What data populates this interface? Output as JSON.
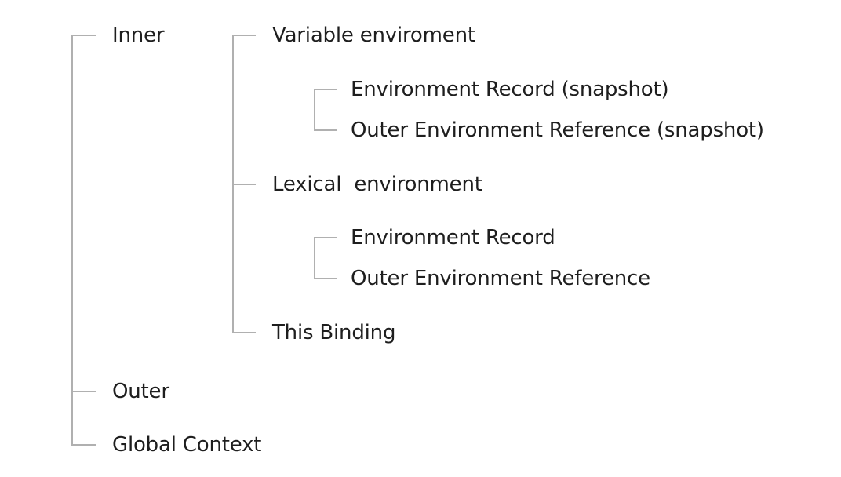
{
  "tree": {
    "inner": "Inner",
    "variable_environment": "Variable enviroment",
    "variable_environment_record": "Environment Record (snapshot)",
    "variable_outer_reference": "Outer Environment Reference (snapshot)",
    "lexical_environment": "Lexical  environment",
    "lexical_environment_record": "Environment Record",
    "lexical_outer_reference": "Outer Environment Reference",
    "this_binding": "This Binding",
    "outer": "Outer",
    "global_context": "Global Context"
  },
  "colors": {
    "connector": "#b0b0b0",
    "text": "#1e1e1e",
    "background": "#ffffff"
  }
}
